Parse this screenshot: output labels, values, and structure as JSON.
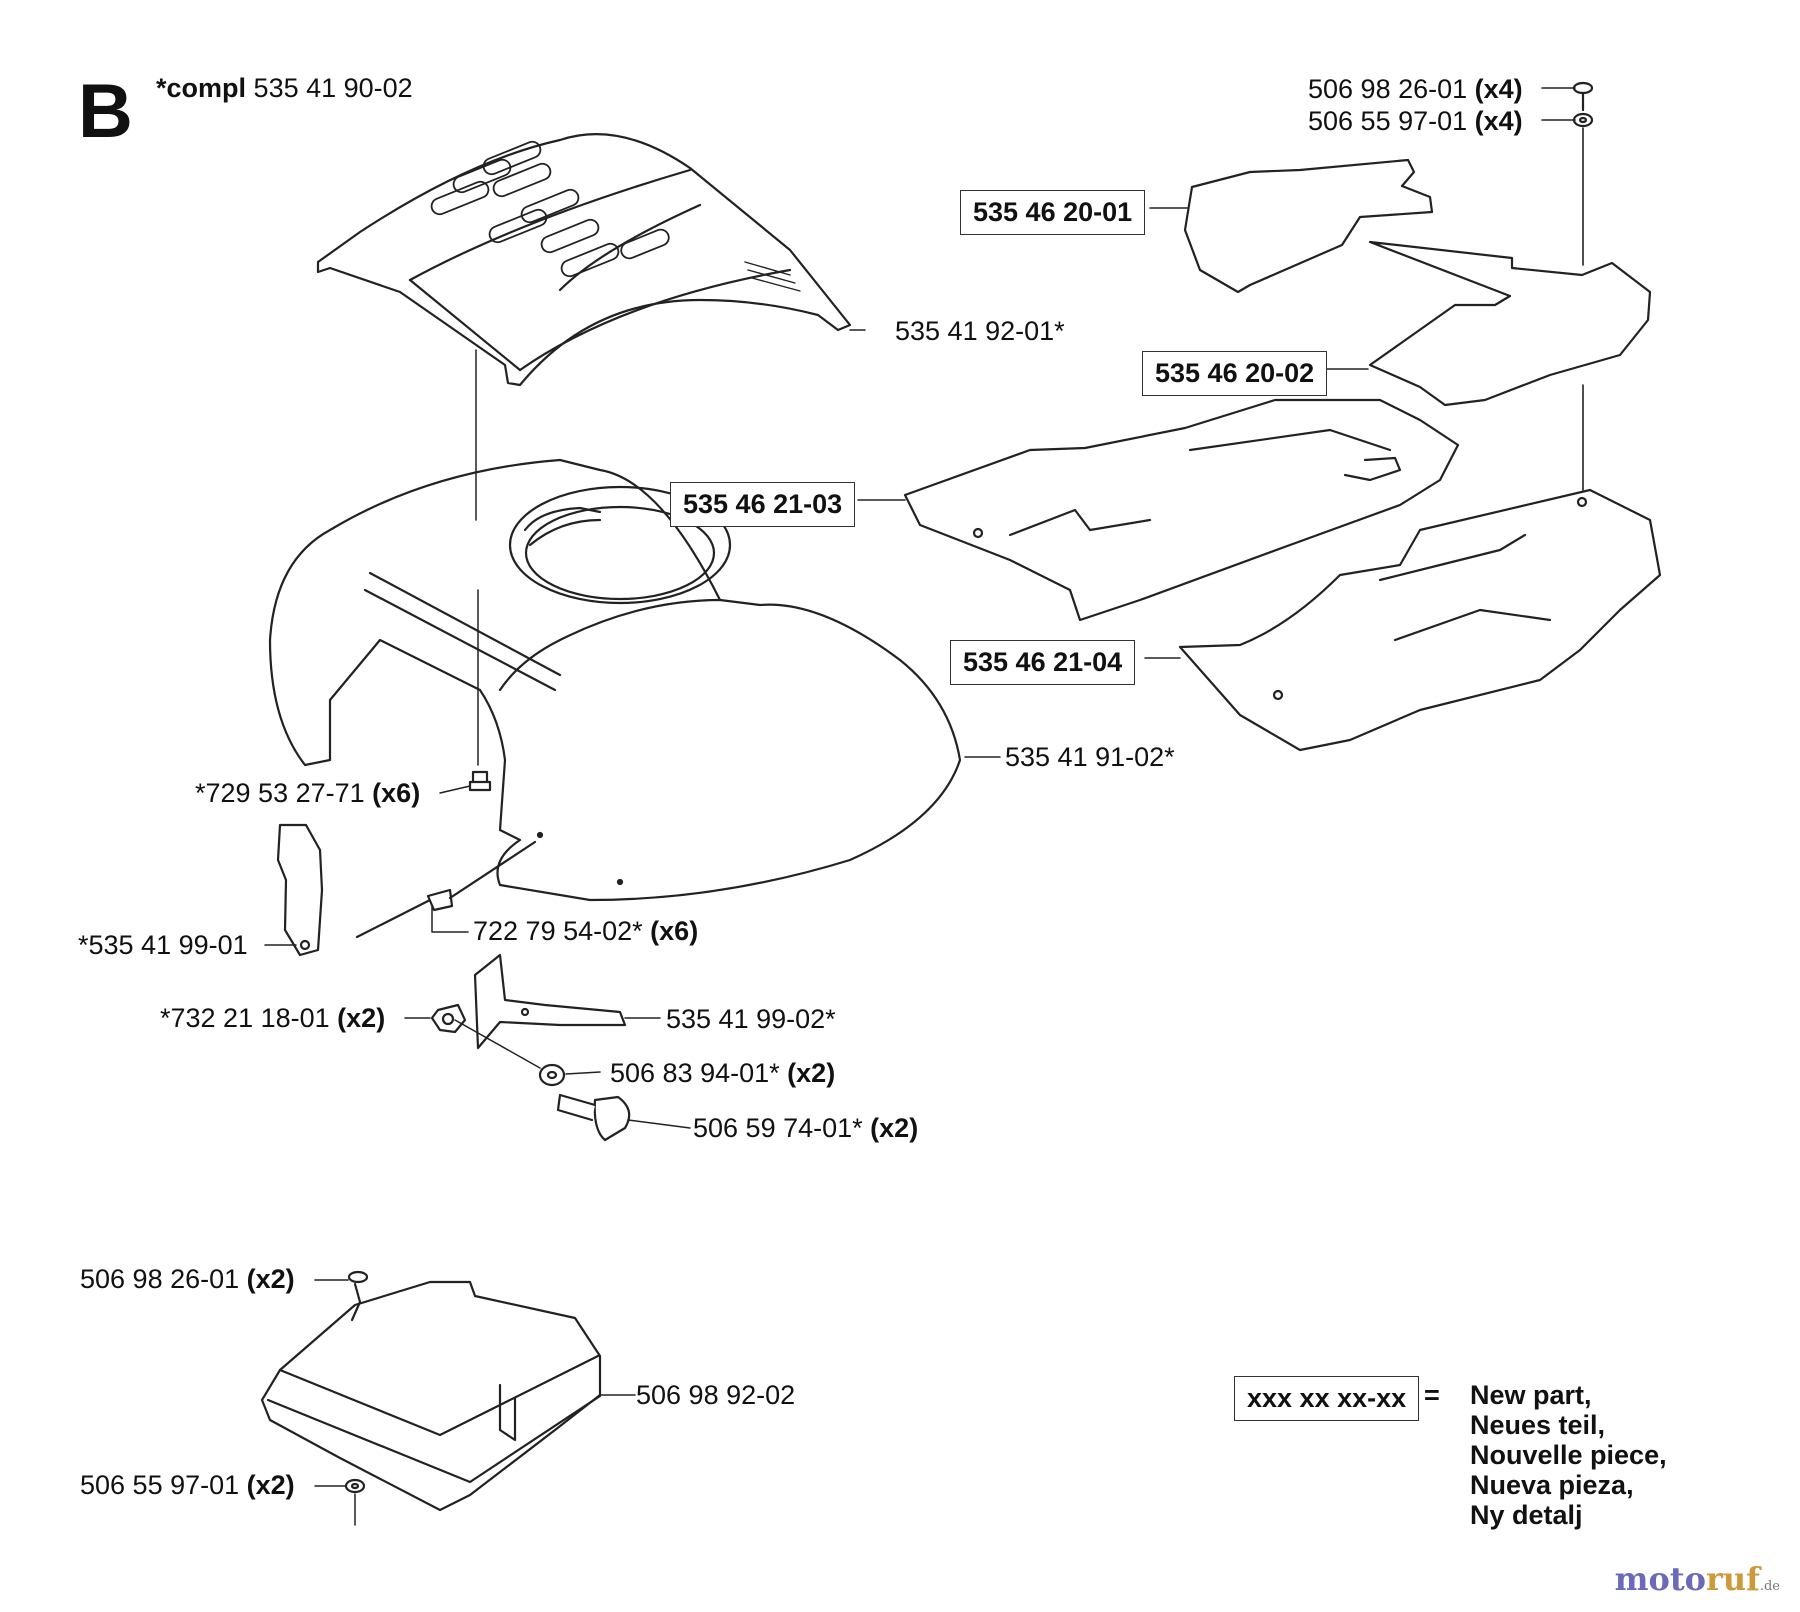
{
  "section": {
    "letter": "B",
    "compl_prefix": "*compl",
    "compl_number": "535 41 90-02"
  },
  "labels": {
    "screw_top": {
      "number": "506 98 26-01",
      "qty": "(x4)"
    },
    "washer_top": {
      "number": "506 55 97-01",
      "qty": "(x4)"
    },
    "hood_grille": {
      "number": "535 41 92-01*"
    },
    "hood_main": {
      "number": "535 41 91-02*"
    },
    "screw_729": {
      "number": "*729 53 27-71",
      "qty": "(x6)"
    },
    "bracket_left": {
      "number": "*535 41 99-01"
    },
    "rivet": {
      "number": "722 79 54-02*",
      "qty": "(x6)"
    },
    "nut": {
      "number": "*732 21 18-01",
      "qty": "(x2)"
    },
    "bracket_right": {
      "number": "535 41 99-02*"
    },
    "washer_mid": {
      "number": "506 83 94-01*",
      "qty": "(x2)"
    },
    "bolt": {
      "number": "506 59 74-01*",
      "qty": "(x2)"
    },
    "screw_bottom": {
      "number": "506 98 26-01",
      "qty": "(x2)"
    },
    "cover_box": {
      "number": "506 98 92-02"
    },
    "washer_bottom": {
      "number": "506 55 97-01",
      "qty": "(x2)"
    }
  },
  "new_parts": {
    "mat_1": "535 46 20-01",
    "mat_2": "535 46 20-02",
    "mat_3": "535 46 21-03",
    "mat_4": "535 46 21-04"
  },
  "legend": {
    "sample": "xxx xx xx-xx",
    "equals": "=",
    "lines": [
      "New part,",
      "Neues teil,",
      "Nouvelle piece,",
      "Nueva pieza,",
      "Ny detalj"
    ]
  },
  "watermark": {
    "part1": "moto",
    "part2": "ruf",
    "suffix": ".de"
  }
}
